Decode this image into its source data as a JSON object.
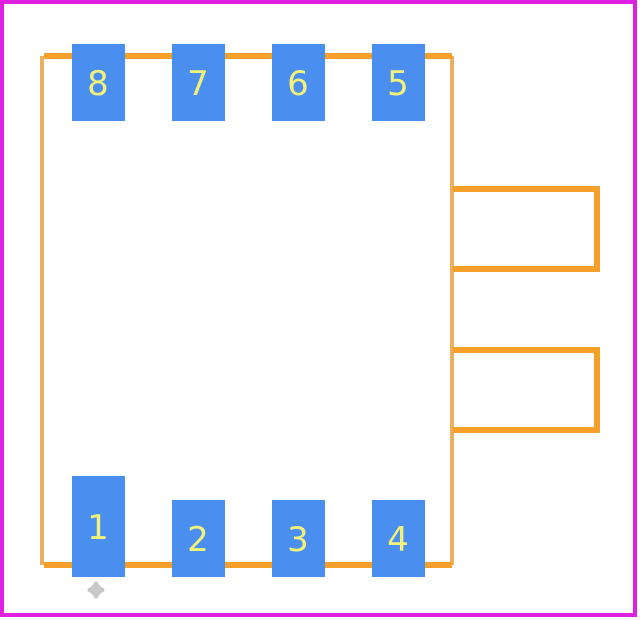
{
  "colors": {
    "boundary": "#e020e0",
    "silkscreen": "#f5a02a",
    "body_outline": "#e8b060",
    "pad": "#4a8ef0",
    "pad_label": "#f2f27a",
    "origin_marker": "#c8c8c8"
  },
  "pads": [
    {
      "number": "1"
    },
    {
      "number": "2"
    },
    {
      "number": "3"
    },
    {
      "number": "4"
    },
    {
      "number": "5"
    },
    {
      "number": "6"
    },
    {
      "number": "7"
    },
    {
      "number": "8"
    }
  ]
}
